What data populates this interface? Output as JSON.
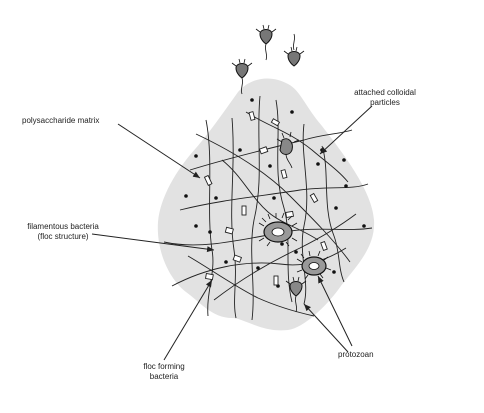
{
  "labels": {
    "matrix": "polysaccharide  matrix",
    "colloid_1": "attached colloidal",
    "colloid_2": "particles",
    "filament_1": "filamentous bacteria",
    "filament_2": "(floc structure)",
    "floc_1": "floc forming",
    "floc_2": "bacteria",
    "protozoan": "protozoan"
  },
  "colors": {
    "floc_fill": "#e2e2e2",
    "ink": "#222222"
  }
}
